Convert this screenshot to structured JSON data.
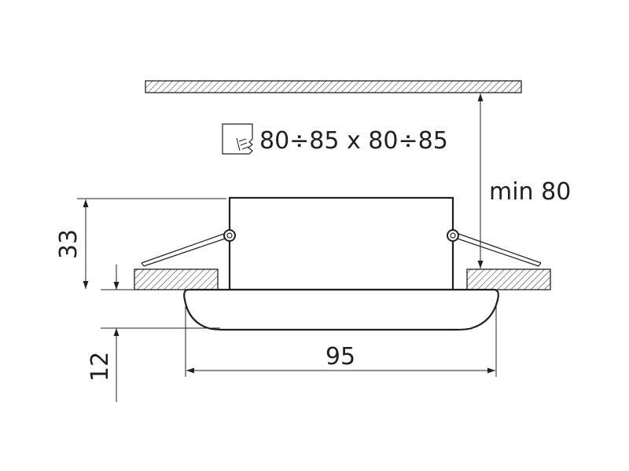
{
  "dimensions": {
    "cutout": "80÷85 x 80÷85",
    "min_clearance": "min 80",
    "housing_height": "33",
    "bezel_height": "12",
    "bezel_width": "95"
  },
  "icons": {
    "cutout": "square-cutout-icon"
  },
  "colors": {
    "line": "#231f20",
    "background": "#ffffff"
  }
}
